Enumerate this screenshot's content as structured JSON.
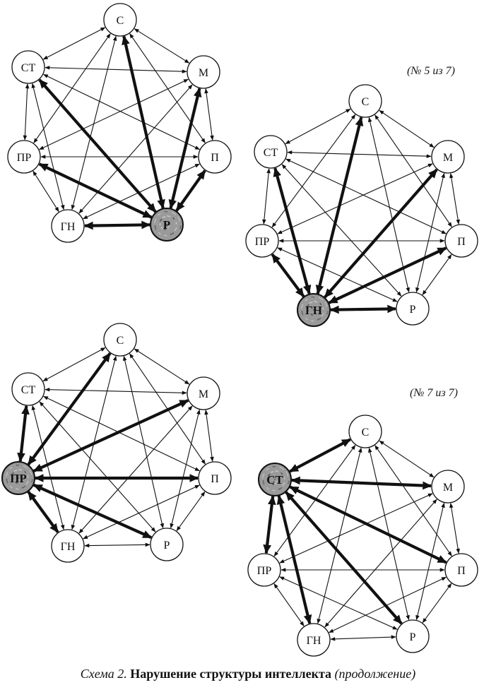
{
  "diagrams": [
    {
      "id": "d1",
      "label": "",
      "center": "Р",
      "nodes": {
        "С": "С",
        "СТ": "СТ",
        "М": "М",
        "ПР": "ПР",
        "П": "П",
        "ГН": "ГН",
        "Р": "Р"
      }
    },
    {
      "id": "d2",
      "label": "(№ 5 из 7)",
      "center": "ГН",
      "nodes": {
        "С": "С",
        "СТ": "СТ",
        "М": "М",
        "ПР": "ПР",
        "П": "П",
        "ГН": "ГН",
        "Р": "Р"
      }
    },
    {
      "id": "d3",
      "label": "",
      "center": "ПР",
      "nodes": {
        "С": "С",
        "СТ": "СТ",
        "М": "М",
        "ПР": "ПР",
        "П": "П",
        "ГН": "ГН",
        "Р": "Р"
      }
    },
    {
      "id": "d4",
      "label": "(№ 7 из 7)",
      "center": "СТ",
      "nodes": {
        "С": "С",
        "СТ": "СТ",
        "М": "М",
        "ПР": "ПР",
        "П": "П",
        "ГН": "ГН",
        "Р": "Р"
      }
    }
  ],
  "caption": {
    "prefix": "Схема 2.",
    "title": "Нарушение структуры интеллекта",
    "suffix": "(продолжение)"
  },
  "colors": {
    "line": "#111111",
    "node_fill": "#ffffff",
    "highlight_fill": "#9a9a9a"
  }
}
